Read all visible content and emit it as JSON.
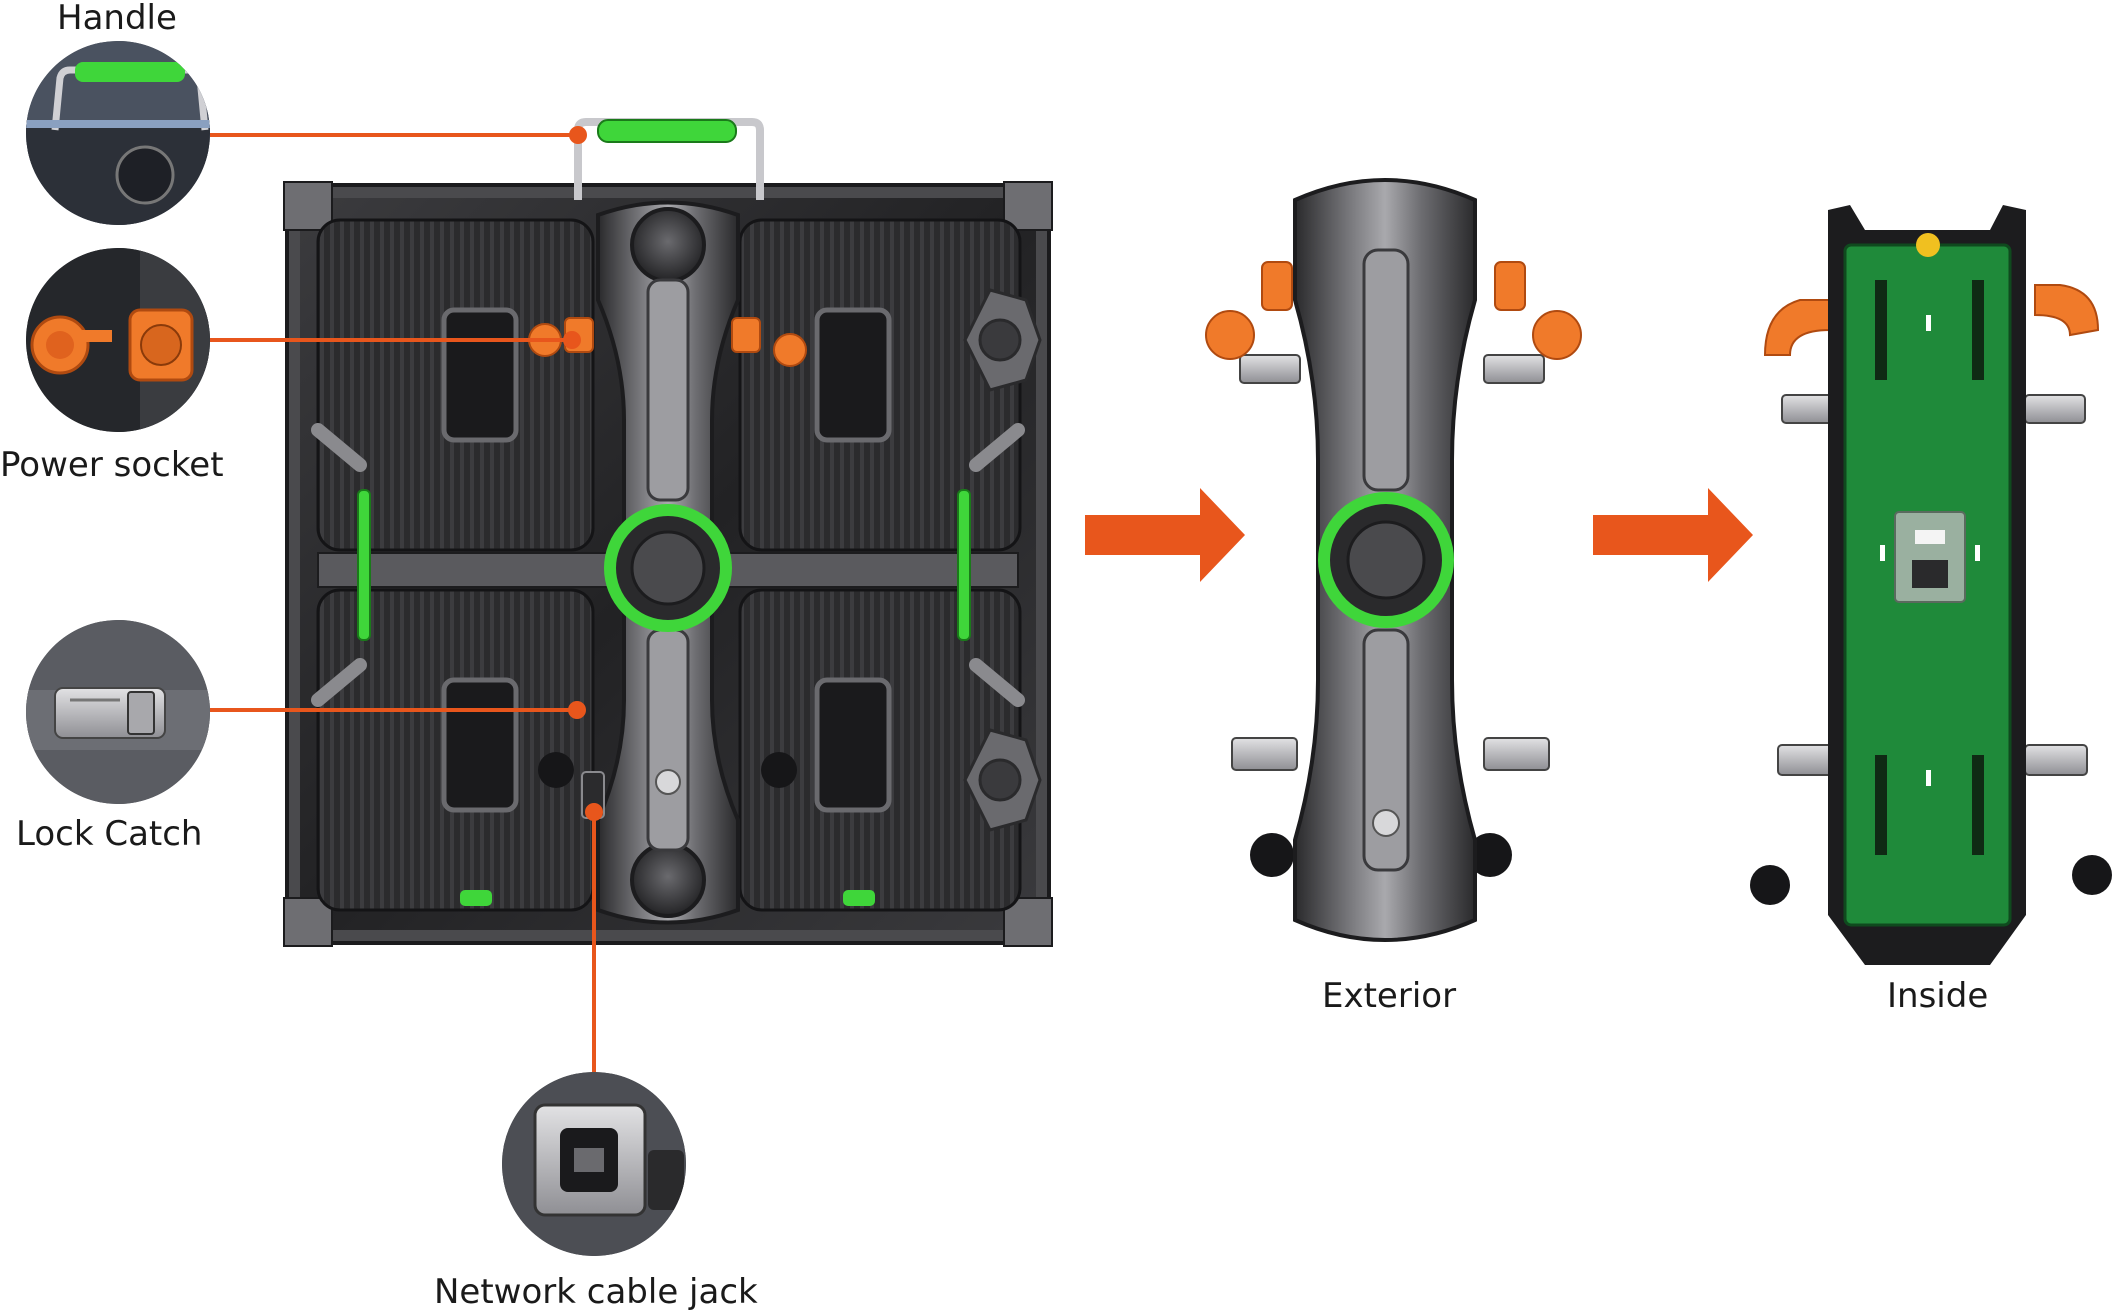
{
  "labels": {
    "handle": "Handle",
    "power_socket": "Power socket",
    "lock_catch": "Lock Catch",
    "network_cable_jack": "Network cable jack",
    "exterior": "Exterior",
    "inside": "Inside"
  },
  "colors": {
    "accent_orange": "#e8561c",
    "handle_green": "#3fd63a",
    "panel_dark": "#2c2c2e",
    "panel_mid": "#4a4a4d",
    "panel_light": "#8a8a8e",
    "metal": "#b8b8bc",
    "pcb_green": "#1f8a3a",
    "connector_orange": "#f07a2a"
  },
  "icons": {
    "arrow_1": "right-arrow-icon",
    "arrow_2": "right-arrow-icon"
  }
}
